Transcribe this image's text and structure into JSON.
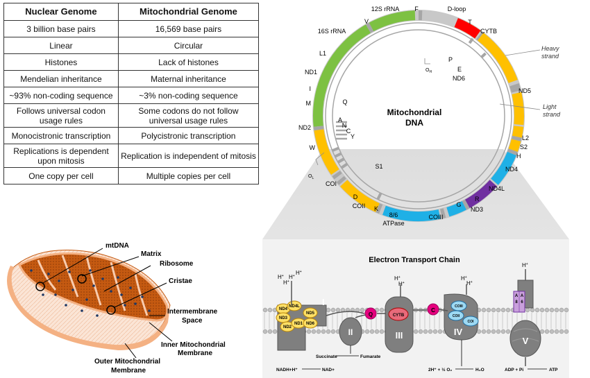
{
  "table": {
    "headers": [
      "Nuclear Genome",
      "Mitochondrial Genome"
    ],
    "rows": [
      [
        "3 billion base pairs",
        "16,569  base pairs"
      ],
      [
        "Linear",
        "Circular"
      ],
      [
        "Histones",
        "Lack of histones"
      ],
      [
        "Mendelian inheritance",
        "Maternal inheritance"
      ],
      [
        "~93% non-coding sequence",
        "~3% non-coding sequence"
      ],
      [
        "Follows universal codon usage rules",
        "Some codons do not follow universal usage rules"
      ],
      [
        "Monocistronic transcription",
        "Polycistronic transcription"
      ],
      [
        "Replications is dependent upon mitosis",
        "Replication is independent of mitosis"
      ],
      [
        "One copy per cell",
        "Multiple copies per cell"
      ]
    ]
  },
  "mito": {
    "labels": {
      "mtdna": "mtDNA",
      "matrix": "Matrix",
      "ribosome": "Ribosome",
      "cristae": "Cristae",
      "intermembrane": "Intermembrane",
      "space": "Space",
      "inner1": "Inner Mitochondrial",
      "inner2": "Membrane",
      "outer1": "Outer Mitochondrial",
      "outer2": "Membrane"
    },
    "colors": {
      "outer": "#f4b183",
      "matrix": "#c55a11",
      "dots": "#1f3864"
    }
  },
  "genome": {
    "center1": "Mitochondrial",
    "center2": "DNA",
    "heavy1": "Heavy",
    "heavy2": "strand",
    "light1": "Light",
    "light2": "strand",
    "oh": "O",
    "oh_sub": "H",
    "ol": "O",
    "ol_sub": "L",
    "gene_labels": {
      "r12s": "12S rRNA",
      "f": "F",
      "dloop": "D-loop",
      "t": "T",
      "cytb": "CYTB",
      "v": "V",
      "r16s": "16S rRNA",
      "l1": "L1",
      "nd1": "ND1",
      "i": "I",
      "m": "M",
      "nd2": "ND2",
      "w": "W",
      "coi": "COI",
      "d": "D",
      "coii": "COII",
      "k": "K",
      "atp1": "8/6",
      "atp2": "ATPase",
      "coiii": "COIII",
      "g": "G",
      "nd3": "ND3",
      "r": "R",
      "nd4l": "ND4L",
      "nd4": "ND4",
      "h": "H",
      "s2": "S2",
      "l2": "L2",
      "nd5": "ND5",
      "e": "E",
      "nd6": "ND6",
      "p": "P",
      "q": "Q",
      "a": "A",
      "n": "N",
      "c": "C",
      "y": "Y",
      "s1": "S1"
    },
    "colors": {
      "rrna": "#7dc142",
      "nd": "#ffc000",
      "co": "#1fb0e6",
      "atp": "#7030a0",
      "cytb": "#ff0000",
      "trna": "#a6a6a6",
      "ring": "#ffffff"
    }
  },
  "etc": {
    "title": "Electron Transport Chain",
    "complexes": [
      "I",
      "II",
      "III",
      "IV",
      "V"
    ],
    "subunits_i": [
      "ND4",
      "ND4L",
      "ND3",
      "ND2",
      "ND1",
      "ND5",
      "ND6"
    ],
    "subunit_iii": "CYTB",
    "subunits_iv": [
      "COIII",
      "COII",
      "COI"
    ],
    "subunit_v": [
      "A",
      "8",
      "A",
      "6"
    ],
    "q": "Q",
    "c": "C",
    "proton": "H",
    "proton_sup": "+",
    "succinate": "Succinate",
    "fumarate": "Fumarate",
    "nadh": "NADH+H⁺",
    "nad": "NAD+",
    "water_left": "2H⁺ + ½ O₂",
    "water_right": "H₂O",
    "adp": "ADP + Pi",
    "atp": "ATP"
  }
}
